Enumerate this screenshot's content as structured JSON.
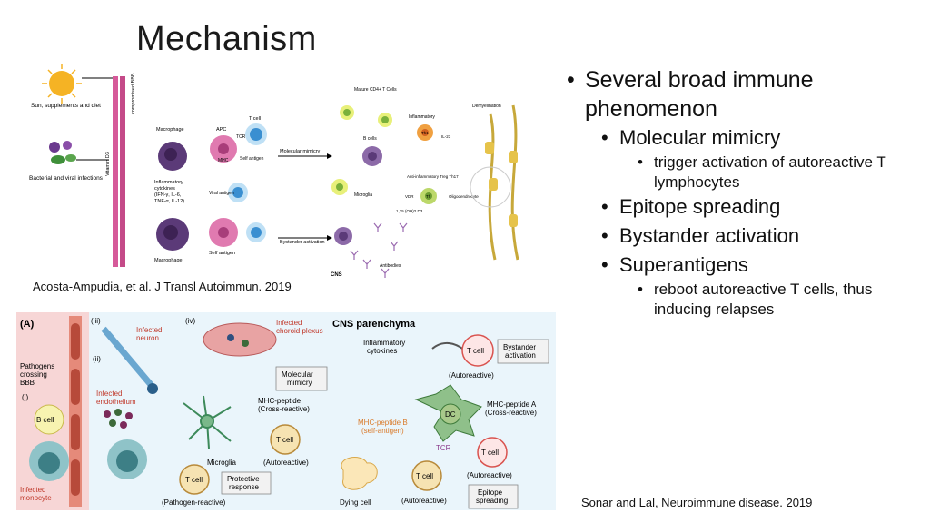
{
  "slide": {
    "title": "Mechanism",
    "caption_left": "Acosta-Ampudia, et al. J Transl Autoimmun. 2019",
    "caption_right": "Sonar and Lal, Neuroimmune disease. 2019"
  },
  "bullets": {
    "l1": "Several broad immune phenomenon",
    "l2a": "Molecular mimicry",
    "l3a": "trigger activation of autoreactive T lymphocytes",
    "l2b": "Epitope spreading",
    "l2c": "Bystander activation",
    "l2d": "Superantigens",
    "l3b": "reboot autoreactive T cells, thus inducing relapses"
  },
  "figure1": {
    "sun": "Sun, supplements and diet",
    "bact": "Bacterial and viral infections",
    "vitd": "Vitamin D3",
    "bbb": "compromised BBB",
    "macrophage": "Macrophage",
    "apc": "APC",
    "tcell": "T cell",
    "tcr": "TCR",
    "mhc": "MHC",
    "selfag": "Self antigen",
    "cytokines": "Inflammatory cytokines (IFN-γ, IL-6, TNF-α, IL-12)",
    "viral": "Viral antigen",
    "mm": "Molecular mimicry",
    "bystander": "Bystander activation",
    "selfag2": "Self antigen",
    "macrophage2": "Macrophage",
    "mature": "Mature CD4+ T Cells",
    "bcells": "B cells",
    "microglia": "Microglia",
    "antibodies": "Antibodies",
    "cns": "CNS",
    "inflammatory": "Inflammatory",
    "demyelination": "Demyelination",
    "il23": "IL-23",
    "th1": "Th1",
    "antiinfl": "Anti-inflammatory Treg  Th17",
    "vdr": "VDR",
    "th": "Th",
    "oligo": "Oligodendrocyte",
    "vitd3": "1,25 (OH)2 D3"
  },
  "figure2": {
    "label_a": "(A)",
    "cns": "CNS parenchyma",
    "roman3": "(iii)",
    "roman4": "(iv)",
    "roman2": "(ii)",
    "roman1": "(i)",
    "infected_neuron": "Infected neuron",
    "infected_plexus": "Infected choroid plexus",
    "pathogens": "Pathogens crossing BBB",
    "infected_endo": "Infected endothelium",
    "bcell": "B cell",
    "infected_mono": "Infected monocyte",
    "molecular_mimicry": "Molecular mimicry",
    "mhc_cross": "MHC-peptide (Cross-reactive)",
    "tcell1": "T cell",
    "autoreactive1": "(Autoreactive)",
    "microglia": "Microglia",
    "tcell2": "T cell",
    "protective": "Protective response",
    "pathogen_reactive": "(Pathogen-reactive)",
    "inflam_cyt": "Inflammatory cytokines",
    "tcell3": "T cell",
    "bystander": "Bystander activation",
    "autoreactive2": "(Autoreactive)",
    "dc": "DC",
    "mhc_a": "MHC-peptide A (Cross-reactive)",
    "mhc_b": "MHC-peptide B (self-antigen)",
    "tcr": "TCR",
    "tcell4": "T cell",
    "autoreactive3": "(Autoreactive)",
    "tcell5": "T cell",
    "autoreactive4": "(Autoreactive)",
    "dying": "Dying cell",
    "epitope": "Epitope spreading"
  }
}
